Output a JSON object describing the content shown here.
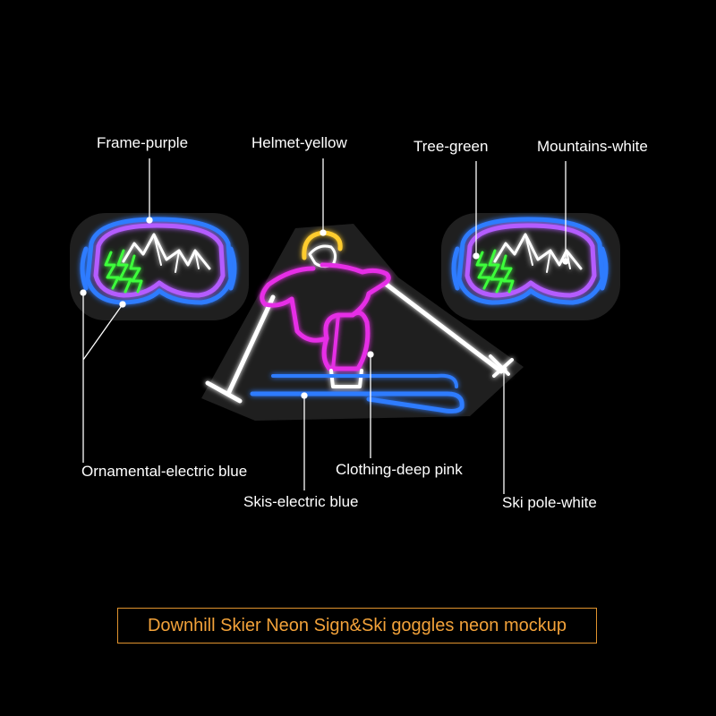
{
  "labels": {
    "frame": "Frame-purple",
    "helmet": "Helmet-yellow",
    "tree": "Tree-green",
    "mountains": "Mountains-white",
    "ornamental": "Ornamental-electric blue",
    "clothing": "Clothing-deep pink",
    "skis": "Skis-electric blue",
    "ski_pole": "Ski pole-white"
  },
  "caption": "Downhill Skier Neon Sign&Ski goggles neon mockup",
  "colors": {
    "background": "#000000",
    "frame_purple": "#b45cff",
    "helmet_yellow": "#ffcc2e",
    "tree_green": "#3cff3a",
    "mountains_white": "#ffffff",
    "electric_blue": "#2f7bff",
    "deep_pink": "#e62ee6",
    "pole_white": "#ffffff",
    "caption_orange": "#f2a23a"
  }
}
